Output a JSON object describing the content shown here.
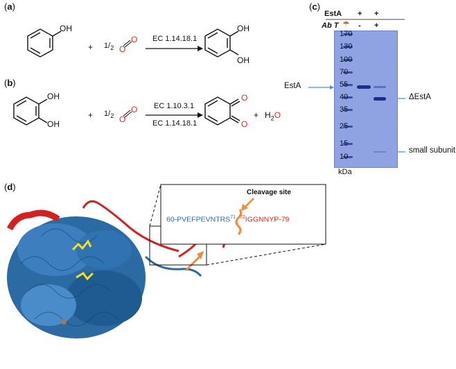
{
  "panels": {
    "a": {
      "label": "a",
      "reaction": {
        "phenol_oh": "OH",
        "plus": "+",
        "half_num": "1",
        "half_den": "2",
        "o2_left": "O",
        "o2_right": "O",
        "enzyme": "EC 1.14.18.1",
        "cat_oh_top": "OH",
        "cat_oh_bottom": "OH"
      }
    },
    "b": {
      "label": "b",
      "reaction": {
        "cat_oh_top": "OH",
        "cat_oh_bottom": "OH",
        "plus": "+",
        "half_num": "1",
        "half_den": "2",
        "o2_left": "O",
        "o2_right": "O",
        "enzyme_top": "EC 1.10.3.1",
        "enzyme_bottom": "EC 1.14.18.1",
        "quinone_o_top": "O",
        "quinone_o_bottom": "O",
        "plus2": "+",
        "water_h": "H",
        "water_sub": "2",
        "water_o": "O"
      }
    },
    "c": {
      "label": "c",
      "header_esta": "EstA",
      "header_abt": "Ab T",
      "col1_esta": "+",
      "col2_esta": "+",
      "col1_abt": "-",
      "col2_abt": "+",
      "mw_markers": [
        "170",
        "130",
        "100",
        "70",
        "55",
        "40",
        "35",
        "25",
        "15",
        "10"
      ],
      "unit": "kDa",
      "arrows": {
        "esta": "EstA",
        "delta_esta": "ΔEstA",
        "small": "small subunit"
      }
    },
    "d": {
      "label": "d",
      "cleavage_title": "Cleavage site",
      "seq_left": "60-PVEFPEVNTRS",
      "sup_left": "71",
      "sup_right": "72",
      "seq_right": "IGGNNYP-79"
    }
  },
  "colors": {
    "oxygen": "#e0301e",
    "blue_protein": "#2b6aa3",
    "red_loop": "#d61f1f",
    "gel": "#8fa3e3",
    "arrow": "#4a90d9",
    "cleavage": "#f08a3c",
    "ligand": "#f2e11b"
  }
}
